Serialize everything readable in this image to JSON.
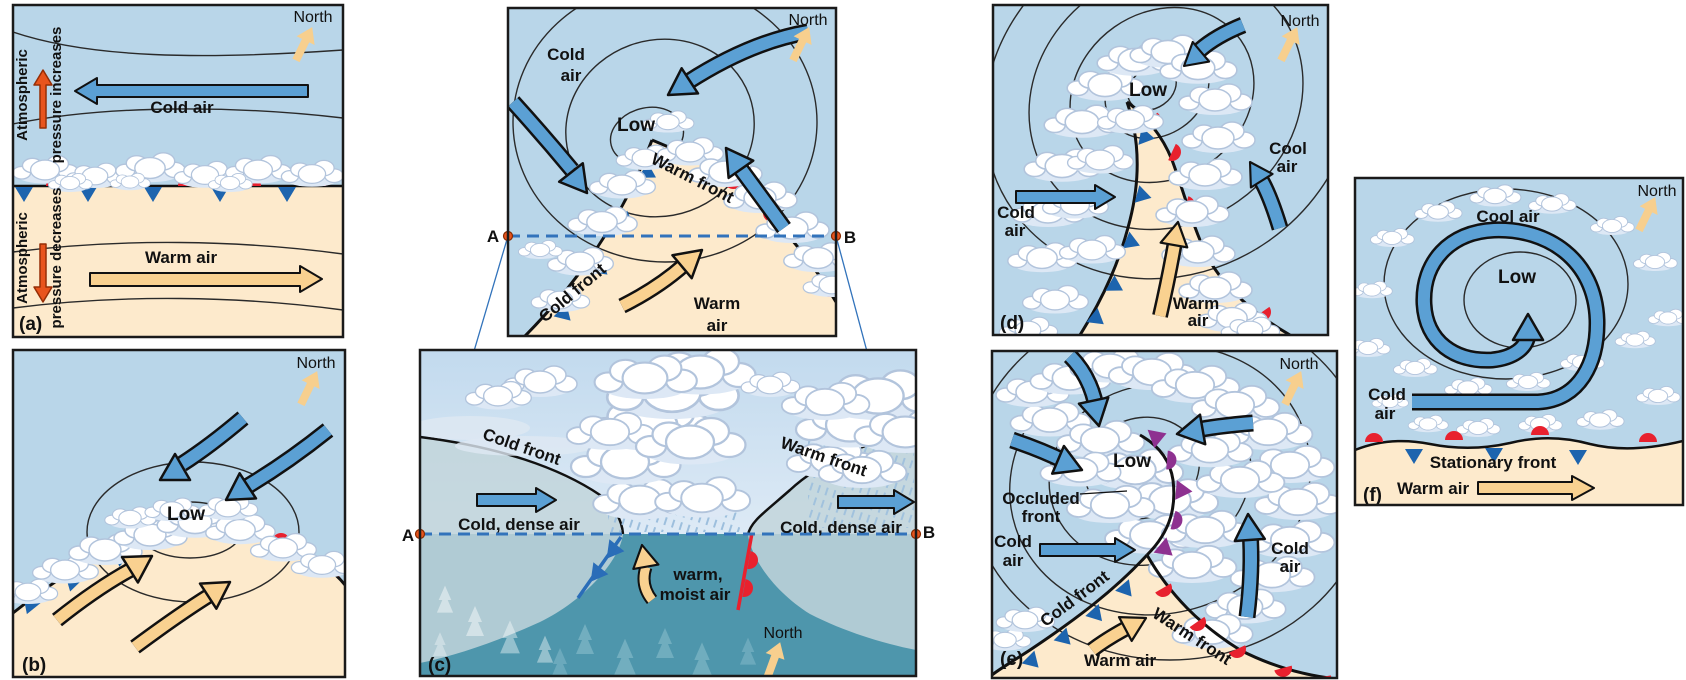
{
  "figure": {
    "type": "meteorology-diagram",
    "subject": "Life cycle of a mid-latitude cyclone with stationary, cold, warm and occluded fronts"
  },
  "colors": {
    "sky_blue": "#b9d6e9",
    "warm_air_cream": "#fdeacc",
    "ground_teal": "#4e96ac",
    "cold_wedge_gray": "#c2d5da",
    "arrow_blue": "#5ba0d4",
    "arrow_yellow": "#f9d190",
    "north_arrow_yellow": "#f7cf8e",
    "front_red": "#e8212e",
    "front_blue": "#1d64ae",
    "occluded_purple": "#8e3190",
    "pressure_arrow_red": "#e8541d",
    "section_line_blue": "#3273bb"
  },
  "panels": {
    "a": {
      "letter": "(a)",
      "north": "North",
      "atmospheric_1": "Atmospheric",
      "pressure_increases": "pressure increases",
      "atmospheric_2": "Atmospheric",
      "pressure_decreases": "pressure decreases",
      "cold_air": "Cold air",
      "warm_air": "Warm air"
    },
    "b": {
      "letter": "(b)",
      "north": "North",
      "low": "Low"
    },
    "c_map": {
      "north": "North",
      "cold": "Cold",
      "cold_air2": "air",
      "low": "Low",
      "warm_front": "Warm front",
      "cold_front": "Cold front",
      "warm": "Warm",
      "warm_air2": "air",
      "point_a": "A",
      "point_b": "B"
    },
    "c_section": {
      "letter": "(c)",
      "north": "North",
      "cold_front": "Cold front",
      "warm_front": "Warm front",
      "cold_dense_left": "Cold, dense air",
      "cold_dense_right": "Cold, dense air",
      "warm_moist_1": "warm,",
      "warm_moist_2": "moist air",
      "point_a": "A",
      "point_b": "B"
    },
    "d": {
      "letter": "(d)",
      "north": "North",
      "low": "Low",
      "cold": "Cold",
      "cold_air2": "air",
      "cool": "Cool",
      "cool_air2": "air",
      "warm": "Warm",
      "warm_air2": "air"
    },
    "e": {
      "letter": "(e)",
      "north": "North",
      "low": "Low",
      "occluded_1": "Occluded",
      "occluded_2": "front",
      "cold_left": "Cold",
      "cold_left2": "air",
      "cold_front": "Cold front",
      "warm_air": "Warm air",
      "warm_front": "Warm front",
      "cold_right": "Cold",
      "cold_right2": "air"
    },
    "f": {
      "letter": "(f)",
      "north": "North",
      "low": "Low",
      "cool_air": "Cool air",
      "cold": "Cold",
      "cold_air2": "air",
      "stationary_front": "Stationary front",
      "warm_air": "Warm air"
    }
  }
}
